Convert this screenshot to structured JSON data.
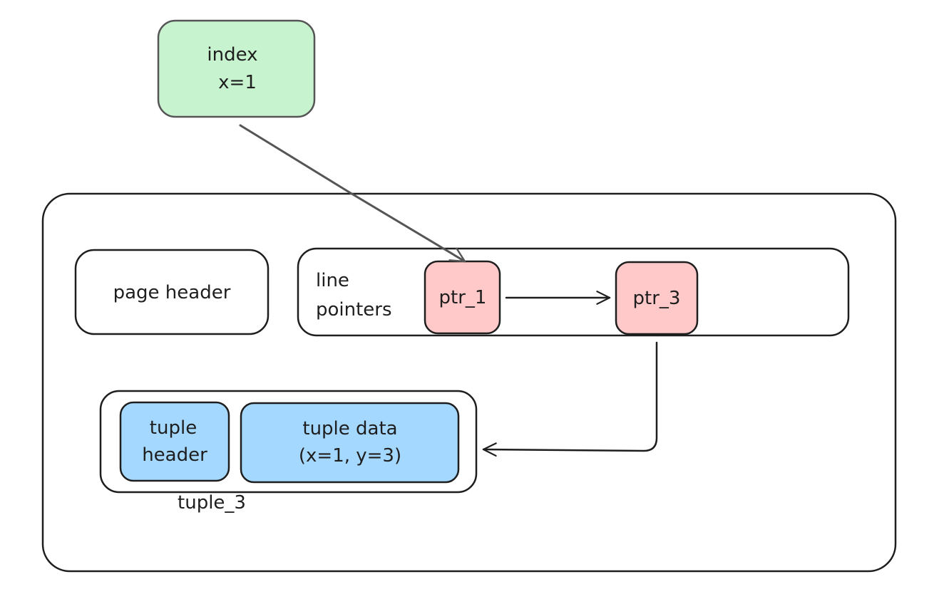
{
  "nodes": {
    "index": {
      "lines": [
        "index",
        "x=1"
      ],
      "fill": "#c7f3cf",
      "stroke": "#555555"
    },
    "page_header": {
      "lines": [
        "page header"
      ]
    },
    "line_pointers": {
      "lines": [
        "line",
        "pointers"
      ]
    },
    "ptr_1": {
      "lines": [
        "ptr_1"
      ],
      "fill": "#ffc9c9"
    },
    "ptr_3": {
      "lines": [
        "ptr_3"
      ],
      "fill": "#ffc9c9"
    },
    "tuple_header": {
      "lines": [
        "tuple",
        "header"
      ],
      "fill": "#a5d8ff"
    },
    "tuple_data": {
      "lines": [
        "tuple data",
        "(x=1, y=3)"
      ],
      "fill": "#a5d8ff"
    },
    "tuple_3_label": "tuple_3"
  },
  "edges": [
    {
      "from": "index",
      "to": "ptr_1"
    },
    {
      "from": "ptr_1",
      "to": "ptr_3"
    },
    {
      "from": "ptr_3",
      "to": "tuple_3"
    }
  ],
  "colors": {
    "stroke": "#1e1e1e",
    "index_arrow": "#555555",
    "background": "#ffffff"
  }
}
